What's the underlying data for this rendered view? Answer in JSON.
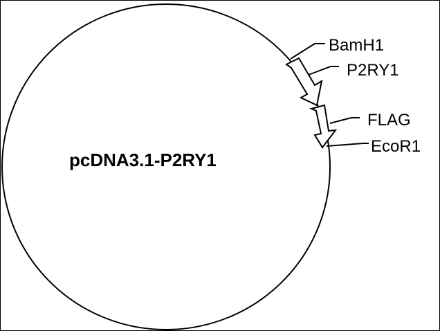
{
  "plasmid": {
    "name": "pcDNA3.1-P2RY1"
  },
  "labels": {
    "bamh1": "BamH1",
    "p2ry1": "P2RY1",
    "flag": "FLAG",
    "ecor1": "EcoR1"
  },
  "colors": {
    "line": "#000000",
    "background": "#ffffff"
  }
}
